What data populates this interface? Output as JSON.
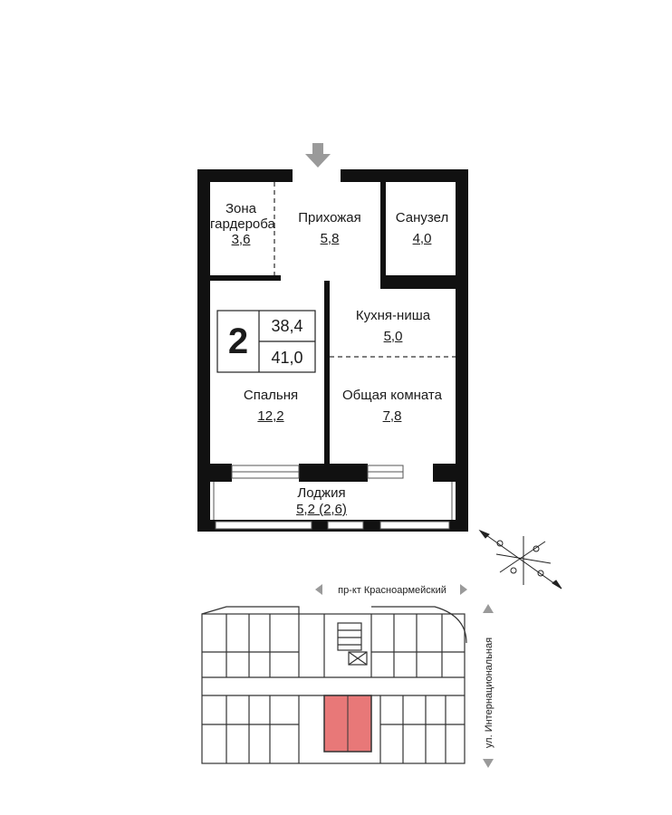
{
  "apartment": {
    "rooms_count": "2",
    "living_area": "38,4",
    "total_area": "41,0"
  },
  "rooms": {
    "wardrobe": {
      "name_line1": "Зона",
      "name_line2": "гардероба",
      "area": "3,6"
    },
    "hallway": {
      "name": "Прихожая",
      "area": "5,8"
    },
    "bathroom": {
      "name": "Санузел",
      "area": "4,0"
    },
    "kitchen": {
      "name": "Кухня-ниша",
      "area": "5,0"
    },
    "bedroom": {
      "name": "Спальня",
      "area": "12,2"
    },
    "living": {
      "name": "Общая комната",
      "area": "7,8"
    },
    "loggia": {
      "name": "Лоджия",
      "area": "5,2 (2,6)"
    }
  },
  "streets": {
    "horizontal": "пр-кт Красноармейский",
    "vertical": "ул. Интернациональная"
  },
  "colors": {
    "wall": "#111111",
    "highlight": "#e87878",
    "arrow": "#9a9a9a"
  },
  "icons": [
    "entrance-arrow-icon",
    "compass-rose-icon"
  ]
}
